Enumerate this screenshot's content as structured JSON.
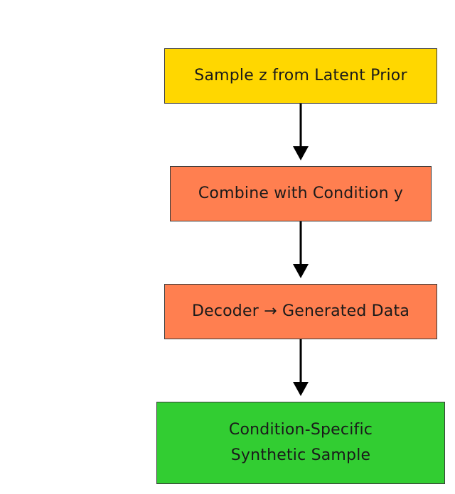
{
  "colors": {
    "prior": "#FFD700",
    "condition": "#FF7F50",
    "decoder": "#FF7F50",
    "output": "#32CD32",
    "border": "#3a3a3a",
    "arrow": "#000000"
  },
  "nodes": [
    {
      "id": "sample-prior",
      "label": "Sample z from Latent Prior",
      "color": "#FFD700"
    },
    {
      "id": "combine-condition",
      "label": "Combine with Condition y",
      "color": "#FF7F50"
    },
    {
      "id": "decoder",
      "label": "Decoder → Generated Data",
      "color": "#FF7F50"
    },
    {
      "id": "output-sample",
      "label": "Condition-Specific\nSynthetic Sample",
      "color": "#32CD32"
    }
  ],
  "edges": [
    {
      "from": "sample-prior",
      "to": "combine-condition"
    },
    {
      "from": "combine-condition",
      "to": "decoder"
    },
    {
      "from": "decoder",
      "to": "output-sample"
    }
  ]
}
